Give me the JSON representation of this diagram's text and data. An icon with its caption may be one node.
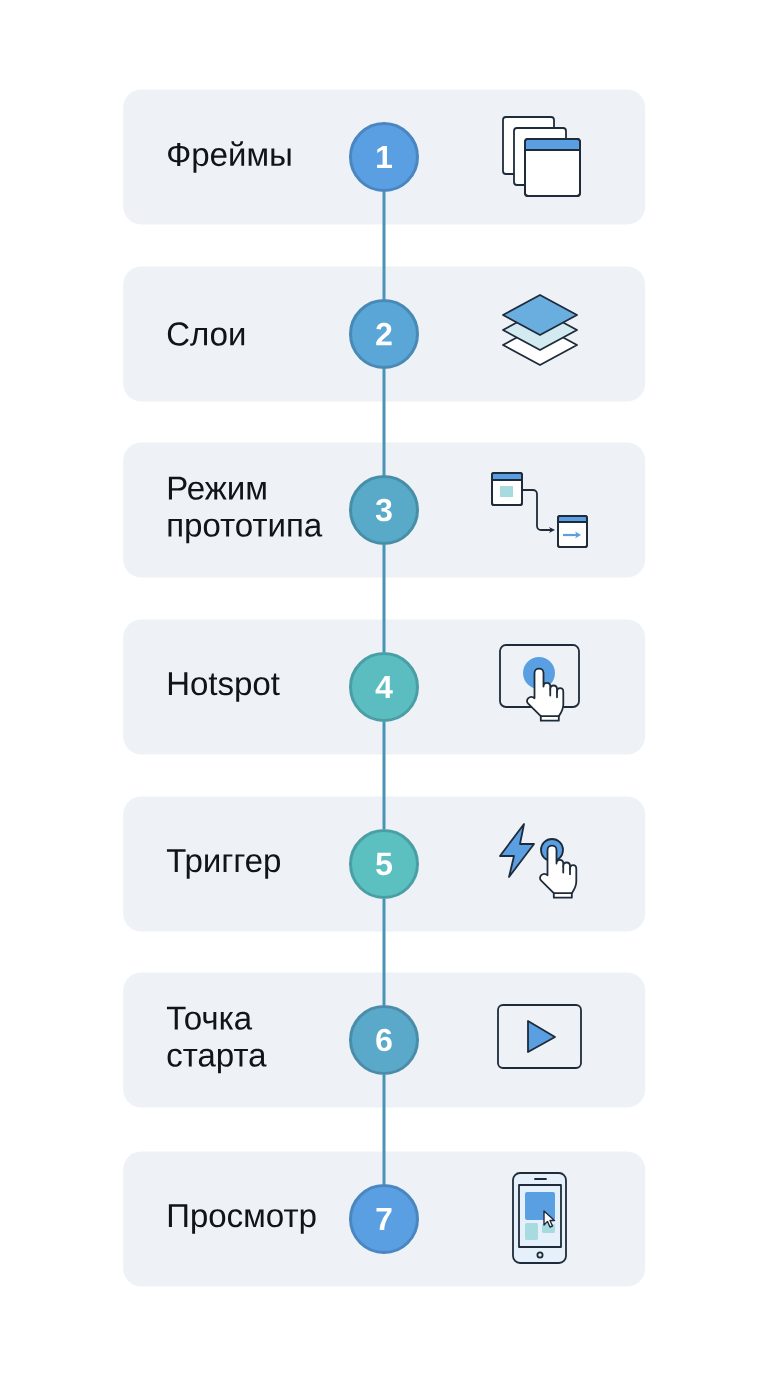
{
  "diagram": {
    "nodes": [
      {
        "text": [
          "Фреймы"
        ]
      },
      {
        "text": [
          "1"
        ],
        "in": 0
      },
      {
        "text": [
          "Слои"
        ]
      },
      {
        "text": [
          "2"
        ],
        "in": 2
      },
      {
        "text": [
          "Режим прототипа"
        ]
      },
      {
        "text": [
          "3"
        ],
        "in": 4
      },
      {
        "text": [
          "Hotspot"
        ]
      },
      {
        "text": [
          "4"
        ],
        "in": 6
      },
      {
        "text": [
          "Триггер"
        ]
      },
      {
        "text": [
          "5"
        ],
        "in": 8
      },
      {
        "text": [
          "Точка старта"
        ]
      },
      {
        "text": [
          "6"
        ],
        "in": 10
      },
      {
        "text": [
          "Просмотр"
        ]
      },
      {
        "text": [
          "7"
        ],
        "in": 12
      }
    ],
    "edges": [
      {
        "from": 1,
        "to": 3,
        "arrow": "none"
      },
      {
        "from": 3,
        "to": 5,
        "arrow": "none"
      },
      {
        "from": 5,
        "to": 7,
        "arrow": "none"
      },
      {
        "from": 7,
        "to": 9,
        "arrow": "none"
      },
      {
        "from": 9,
        "to": 11,
        "arrow": "none"
      },
      {
        "from": 11,
        "to": 13,
        "arrow": "none"
      }
    ]
  }
}
